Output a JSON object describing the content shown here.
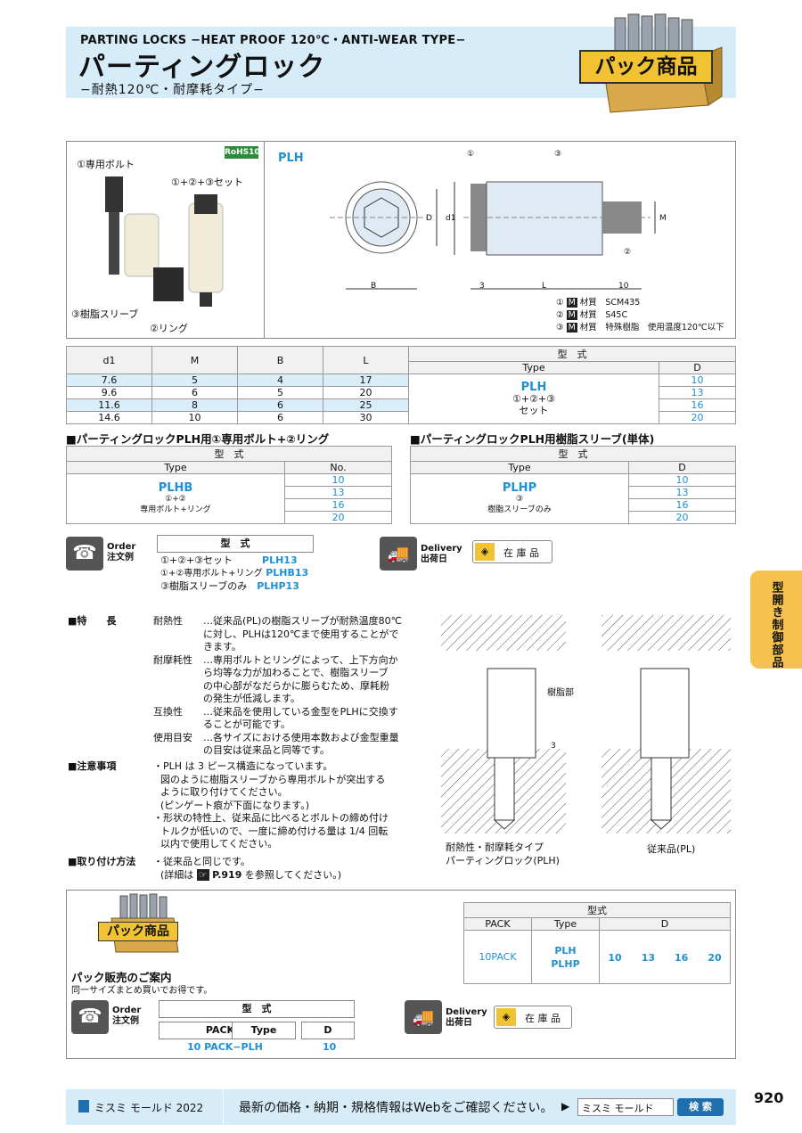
{
  "header": {
    "title_en": "PARTING LOCKS −HEAT PROOF 120℃・ANTI-WEAR TYPE−",
    "title_jp": "パーティングロック",
    "subtitle": "−耐熱120℃・耐摩耗タイプ−",
    "pack_badge": "パック商品",
    "rohs": "RoHS10"
  },
  "product": {
    "label_bolt": "①専用ボルト",
    "label_set": "①+②+③セット",
    "label_sleeve": "③樹脂スリーブ",
    "label_ring": "②リング",
    "code": "PLH",
    "dim_D": "D",
    "dim_d1": "d1",
    "dim_M": "M",
    "dim_B": "B",
    "dim_L": "L",
    "dim_3": "3",
    "dim_10": "10",
    "c1": "①",
    "c2": "②",
    "c3": "③",
    "materials": [
      {
        "n": "①",
        "m": "M",
        "label": "材質",
        "val": "SCM435"
      },
      {
        "n": "②",
        "m": "M",
        "label": "材質",
        "val": "S45C"
      },
      {
        "n": "③",
        "m": "M",
        "label": "材質",
        "val": "特殊樹脂　使用温度120℃以下"
      }
    ]
  },
  "main_table": {
    "headers": [
      "d1",
      "M",
      "B",
      "L"
    ],
    "type_hdr": "型　式",
    "type": "Type",
    "d_hdr": "D",
    "rows": [
      [
        "7.6",
        "5",
        "4",
        "17"
      ],
      [
        "9.6",
        "6",
        "5",
        "20"
      ],
      [
        "11.6",
        "8",
        "6",
        "25"
      ],
      [
        "14.6",
        "10",
        "6",
        "30"
      ]
    ],
    "type_code": "PLH",
    "type_note1": "①+②+③",
    "type_note2": "セット",
    "d_values": [
      "10",
      "13",
      "16",
      "20"
    ]
  },
  "sub1": {
    "title": "■パーティングロックPLH用①専用ボルト+②リング",
    "type_hdr": "型　式",
    "type": "Type",
    "no": "No.",
    "code": "PLHB",
    "note1": "①+②",
    "note2": "専用ボルト+リング",
    "values": [
      "10",
      "13",
      "16",
      "20"
    ]
  },
  "sub2": {
    "title": "■パーティングロックPLH用樹脂スリーブ(単体)",
    "type_hdr": "型　式",
    "type": "Type",
    "d": "D",
    "code": "PLHP",
    "note1": "③",
    "note2": "樹脂スリーブのみ",
    "values": [
      "10",
      "13",
      "16",
      "20"
    ]
  },
  "order": {
    "en": "Order",
    "jp": "注文例",
    "hdr": "型　式",
    "rows": [
      {
        "label": "①+②+③セット",
        "code": "PLH13"
      },
      {
        "label": "①+②専用ボルト+リング",
        "code": "PLHB13"
      },
      {
        "label": "③樹脂スリーブのみ",
        "code": "PLHP13"
      }
    ]
  },
  "delivery": {
    "en": "Delivery",
    "jp": "出荷日",
    "stock": "在 庫 品"
  },
  "features": {
    "h_feat": "■特　　長",
    "items": [
      {
        "k": "耐熱性",
        "lines": [
          "…従来品(PL)の樹脂スリーブが耐熱温度80℃",
          "に対し、PLHは120℃まで使用することがで",
          "きます。"
        ]
      },
      {
        "k": "耐摩耗性",
        "lines": [
          "…専用ボルトとリングによって、上下方向か",
          "ら均等な力が加わることで、樹脂スリーブ",
          "の中心部がなだらかに膨らむため、摩耗粉",
          "の発生が低減します。"
        ]
      },
      {
        "k": "互換性",
        "lines": [
          "…従来品を使用している金型をPLHに交換す",
          "ることが可能です。"
        ]
      },
      {
        "k": "使用目安",
        "lines": [
          "…各サイズにおける使用本数および金型重量",
          "の目安は従来品と同等です。"
        ]
      }
    ],
    "h_note": "■注意事項",
    "notes": [
      "・PLH は 3 ピース構造になっています。",
      "図のように樹脂スリーブから専用ボルトが突出する",
      "ように取り付けてください。",
      "(ピンゲート痕が下面になります。)",
      "・形状の特性上、従来品に比べるとボルトの締め付け",
      "トルクが低いので、一度に締め付ける量は 1/4 回転",
      "以内で使用してください。"
    ],
    "h_mount": "■取り付け方法",
    "mount": [
      "・従来品と同じです。",
      "(詳細は",
      "P.919",
      "を参照してください。)"
    ]
  },
  "diagram": {
    "resin": "樹脂部",
    "dim3": "3",
    "cap1a": "耐熱性・耐摩耗タイプ",
    "cap1b": "パーティングロック(PLH)",
    "cap2": "従来品(PL)"
  },
  "pack": {
    "badge": "パック商品",
    "title": "パック販売のご案内",
    "desc": "同一サイズまとめ買いでお得です。",
    "hdr": "型式",
    "c_pack": "PACK",
    "c_type": "Type",
    "c_d": "D",
    "pack": "10PACK",
    "types": [
      "PLH",
      "PLHP"
    ],
    "d_values": [
      "10",
      "13",
      "16",
      "20"
    ],
    "order_en": "Order",
    "order_jp": "注文例",
    "order_hdr": "型　式",
    "order_pack": "PACK",
    "order_type": "Type",
    "order_d": "D",
    "order_val1": "10 PACK−PLH",
    "order_val2": "10",
    "delivery_en": "Delivery",
    "delivery_jp": "出荷日",
    "stock": "在 庫 品"
  },
  "side_tab": "型開き制御部品",
  "page_number": "920",
  "footer": {
    "brand": "ミスミ モールド 2022",
    "message": "最新の価格・納期・規格情報はWebをご確認ください。",
    "search_value": "ミスミ モールド",
    "search_btn": "検 索"
  }
}
